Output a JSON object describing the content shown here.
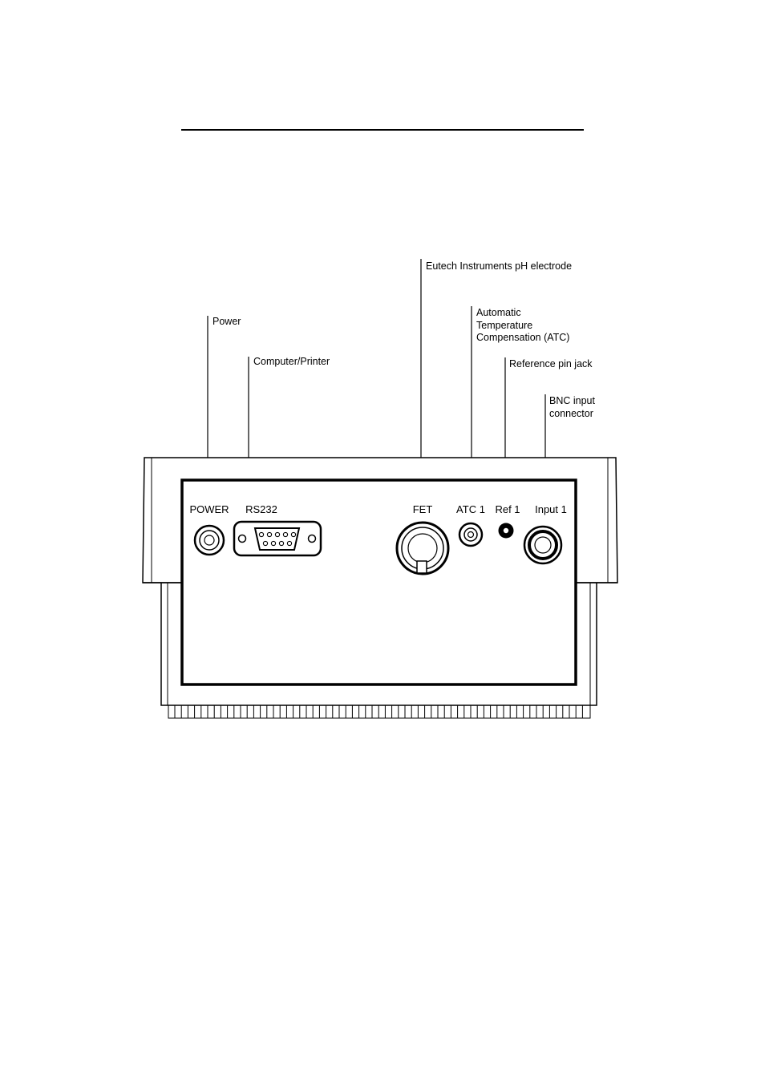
{
  "callouts": {
    "electrode": "Eutech Instruments pH electrode",
    "atc_line1": "Automatic",
    "atc_line2": "Temperature",
    "atc_line3": "Compensation (ATC)",
    "power": "Power",
    "computer": "Computer/Printer",
    "reference": "Reference pin jack",
    "bnc_line1": "BNC input",
    "bnc_line2": "connector"
  },
  "ports": {
    "power": "POWER",
    "rs232": "RS232",
    "fet": "FET",
    "atc": "ATC 1",
    "ref": "Ref 1",
    "input": "Input 1"
  },
  "colors": {
    "ink": "#000000",
    "background": "#ffffff"
  }
}
